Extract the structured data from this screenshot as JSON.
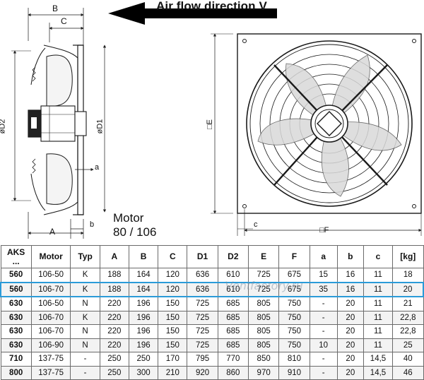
{
  "airflow_label": "Air flow direction V",
  "motor_caption": {
    "line1": "Motor",
    "line2": "80 / 106"
  },
  "dimension_labels": {
    "B": "B",
    "C": "C",
    "A": "A",
    "b": "b",
    "a": "a",
    "D1": "øD1",
    "D2": "øD2",
    "E": "□E",
    "F": "□F",
    "c": "c"
  },
  "table": {
    "headers": [
      "AKS\n...",
      "Motor",
      "Typ",
      "A",
      "B",
      "C",
      "D1",
      "D2",
      "E",
      "F",
      "a",
      "b",
      "c",
      "[kg]"
    ],
    "rows": [
      [
        "560",
        "106-50",
        "K",
        "188",
        "164",
        "120",
        "636",
        "610",
        "725",
        "675",
        "15",
        "16",
        "11",
        "18"
      ],
      [
        "560",
        "106-70",
        "K",
        "188",
        "164",
        "120",
        "636",
        "610",
        "725",
        "675",
        "35",
        "16",
        "11",
        "20"
      ],
      [
        "630",
        "106-50",
        "N",
        "220",
        "196",
        "150",
        "725",
        "685",
        "805",
        "750",
        "-",
        "20",
        "11",
        "21"
      ],
      [
        "630",
        "106-70",
        "K",
        "220",
        "196",
        "150",
        "725",
        "685",
        "805",
        "750",
        "-",
        "20",
        "11",
        "22,8"
      ],
      [
        "630",
        "106-70",
        "N",
        "220",
        "196",
        "150",
        "725",
        "685",
        "805",
        "750",
        "-",
        "20",
        "11",
        "22,8"
      ],
      [
        "630",
        "106-90",
        "N",
        "220",
        "196",
        "150",
        "725",
        "685",
        "805",
        "750",
        "10",
        "20",
        "11",
        "25"
      ],
      [
        "710",
        "137-75",
        "-",
        "250",
        "250",
        "170",
        "795",
        "770",
        "850",
        "810",
        "-",
        "20",
        "14,5",
        "40"
      ],
      [
        "800",
        "137-75",
        "-",
        "250",
        "300",
        "210",
        "920",
        "860",
        "970",
        "910",
        "-",
        "20",
        "14,5",
        "46"
      ]
    ],
    "selected_row_index": 1
  },
  "watermark": "Ventfactory.ru",
  "colors": {
    "highlight": "#2b9bd8",
    "line": "#1a1a1a",
    "grid": "#6a6a6a"
  }
}
